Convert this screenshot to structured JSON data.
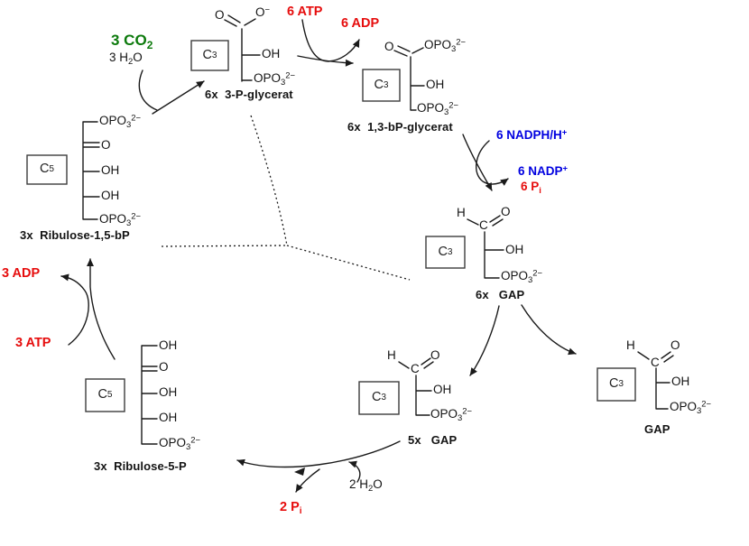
{
  "colors": {
    "red": "#e60d0d",
    "blue": "#0000e0",
    "green": "#0c7a0c",
    "line": "#1a1a1a"
  },
  "cof": {
    "co2": "3 CO_{2}",
    "h2o3": "3 H_{2}O",
    "atp6": "6 ATP",
    "adp6": "6 ADP",
    "nadph": "6 NADPH/H^{+}",
    "nadp": "6 NADP^{+}",
    "pi6": "6 P_{i}",
    "adp3": "3 ADP",
    "atp3": "3 ATP",
    "h2o2": "2 H_{2}O",
    "pi2": "2 P_{i}"
  },
  "mol": {
    "rubp": {
      "box": "C_{5}",
      "g1": "OPO_{3}^{2−}",
      "g2": "O",
      "g3": "OH",
      "g4": "OH",
      "g5": "OPO_{3}^{2−}",
      "label": "3x  Ribulose-1,5-bP"
    },
    "pg": {
      "box": "C_{3}",
      "o1": "O",
      "o2": "O^{−}",
      "oh": "OH",
      "opo": "OPO_{3}^{2−}",
      "label": "6x  3-P-glycerat"
    },
    "bpg": {
      "box": "C_{3}",
      "o": "O",
      "opoTop": "OPO_{3}^{2−}",
      "oh": "OH",
      "opo": "OPO_{3}^{2−}",
      "label": "6x  1,3-bP-glycerat"
    },
    "gap6": {
      "box": "C_{3}",
      "h": "H",
      "c": "C",
      "o": "O",
      "oh": "OH",
      "opo": "OPO_{3}^{2−}",
      "label": "6x   GAP"
    },
    "gap5": {
      "box": "C_{3}",
      "h": "H",
      "c": "C",
      "o": "O",
      "oh": "OH",
      "opo": "OPO_{3}^{2−}",
      "label": "5x   GAP"
    },
    "gap1": {
      "box": "C_{3}",
      "h": "H",
      "c": "C",
      "o": "O",
      "oh": "OH",
      "opo": "OPO_{3}^{2−}",
      "label": "GAP"
    },
    "r5p": {
      "box": "C_{5}",
      "g1": "OH",
      "g2": "O",
      "g3": "OH",
      "g4": "OH",
      "g5": "OPO_{3}^{2−}",
      "label": "3x  Ribulose-5-P"
    }
  }
}
